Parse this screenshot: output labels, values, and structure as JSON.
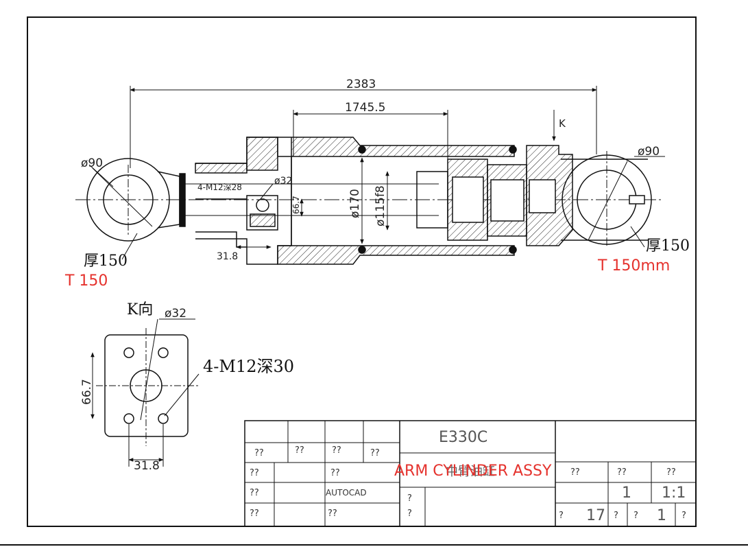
{
  "dimensions": {
    "overall_length": "2383",
    "stroke_length": "1745.5",
    "eye_dia_left": "ø90",
    "eye_dia_right": "ø90",
    "port_dia": "ø32",
    "port_bolts_top": "4-M12深28",
    "port_height": "66.7",
    "bore_dia": "ø170",
    "rod_dia": "ø115f8",
    "port_width": "31.8",
    "view_letter": "K"
  },
  "labels": {
    "thickness_left": "厚150",
    "thickness_left_en": "T 150",
    "thickness_right": "厚150",
    "thickness_right_en": "T 150mm"
  },
  "k_view": {
    "title": "K向",
    "port_dia": "ø32",
    "bolts": "4-M12深30",
    "height": "66.7",
    "width": "31.8"
  },
  "title_block": {
    "placeholder": "??",
    "placeholder_single": "?",
    "software": "AUTOCAD",
    "drawing_number": "E330C",
    "name_cn": "中臂油缸",
    "name_en": "ARM CYLINDER ASSY",
    "quantity": "1",
    "scale": "1:1",
    "sheets": "17",
    "sheet_no": "1"
  },
  "colors": {
    "line": "#111111",
    "annotation_red": "#e5322d"
  }
}
